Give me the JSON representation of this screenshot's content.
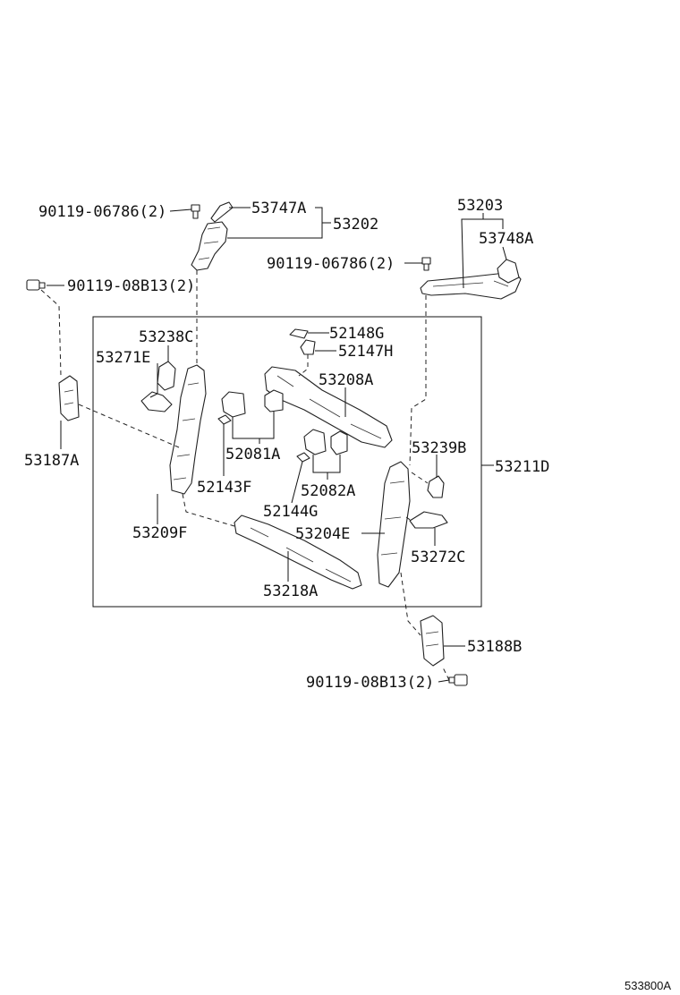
{
  "labels": {
    "p90119_06786_a": "90119-06786(2)",
    "p53747A": "53747A",
    "p53202": "53202",
    "p53203": "53203",
    "p53748A": "53748A",
    "p90119_06786_b": "90119-06786(2)",
    "p90119_08B13_a": "90119-08B13(2)",
    "p52148G": "52148G",
    "p52147H": "52147H",
    "p53238C": "53238C",
    "p53271E": "53271E",
    "p53208A": "53208A",
    "p53187A": "53187A",
    "p52081A": "52081A",
    "p53239B": "53239B",
    "p53211D": "53211D",
    "p52143F": "52143F",
    "p52082A": "52082A",
    "p52144G": "52144G",
    "p53209F": "53209F",
    "p53204E": "53204E",
    "p53272C": "53272C",
    "p53218A": "53218A",
    "p53188B": "53188B",
    "p90119_08B13_b": "90119-08B13(2)",
    "diagram_code": "533800A"
  }
}
